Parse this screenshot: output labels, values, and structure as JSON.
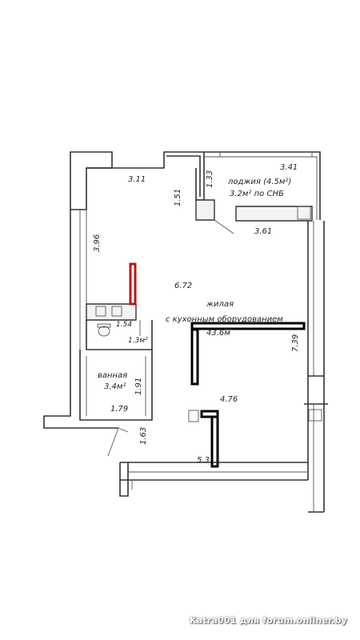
{
  "plan": {
    "rooms": {
      "living_name": "жилая",
      "living_subtitle": "с кухонным оборудованием",
      "living_area_partial": "43.6м",
      "loggia_name": "лоджия (4.5м²)",
      "loggia_snb": "3.2м² по СНБ",
      "bath_name": "ванная",
      "bath_area": "3.4м²",
      "wc_area": "1.3м²"
    },
    "dimensions": {
      "d311": "3.11",
      "d151": "1.51",
      "d133": "1.33",
      "d341": "3.41",
      "d361": "3.61",
      "d396": "3.96",
      "d672": "6.72",
      "d154": "1.54",
      "d739": "7.39",
      "d476": "4.76",
      "d191": "1.91",
      "d179": "1.79",
      "d163": "1.63",
      "d53": "5.3"
    },
    "overlay_colors": {
      "red_marker": "#c01414",
      "black_outline": "#000000"
    }
  },
  "watermark": "Katra001 для forum.onliner.by"
}
